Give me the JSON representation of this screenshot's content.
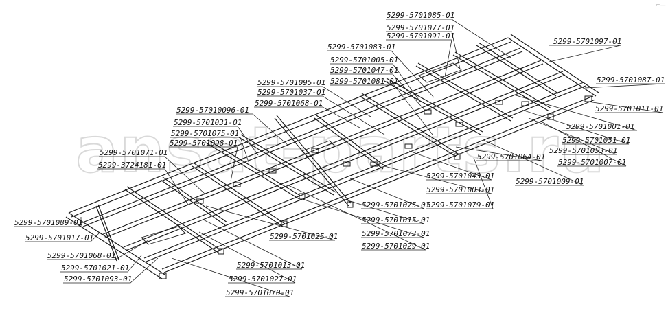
{
  "watermark": "ansat-parts.ru",
  "corner_mark": "⌐—",
  "parts": [
    {
      "id": "p1",
      "label": "5299-5701085-01"
    },
    {
      "id": "p2",
      "label": "5299-5701077-01"
    },
    {
      "id": "p3",
      "label": "5299-5701091-01"
    },
    {
      "id": "p4",
      "label": "5299-5701083-01"
    },
    {
      "id": "p5",
      "label": "5299-5701097-01"
    },
    {
      "id": "p6",
      "label": "5299-5701005-01"
    },
    {
      "id": "p7",
      "label": "5299-5701047-01"
    },
    {
      "id": "p8",
      "label": "5299-5701081-01"
    },
    {
      "id": "p9",
      "label": "5299-5701087-01"
    },
    {
      "id": "p10",
      "label": "5299-5701095-01"
    },
    {
      "id": "p11",
      "label": "5299-5701037-01"
    },
    {
      "id": "p12",
      "label": "5299-5701068-01"
    },
    {
      "id": "p13",
      "label": "5299-5701011-01"
    },
    {
      "id": "p14",
      "label": "5299-57010096-01"
    },
    {
      "id": "p15",
      "label": "5299-5701031-01"
    },
    {
      "id": "p16",
      "label": "5299-5701001-01"
    },
    {
      "id": "p17",
      "label": "5299-5701075-01"
    },
    {
      "id": "p18",
      "label": "5299-5701098-01"
    },
    {
      "id": "p19",
      "label": "5299-5701051-01"
    },
    {
      "id": "p20",
      "label": "5299-5701053-01"
    },
    {
      "id": "p21",
      "label": "5299-5701071-01"
    },
    {
      "id": "p22",
      "label": "5299-5701064-01"
    },
    {
      "id": "p23",
      "label": "5299-5701007-01"
    },
    {
      "id": "p24",
      "label": "5299-3724181-01"
    },
    {
      "id": "p25",
      "label": "5299-5701043-01"
    },
    {
      "id": "p26",
      "label": "5299-5701009-01"
    },
    {
      "id": "p27",
      "label": "5299-5701003-01"
    },
    {
      "id": "p28",
      "label": "5299-5701075-01"
    },
    {
      "id": "p29",
      "label": "5299-5701079-01"
    },
    {
      "id": "p30",
      "label": "5299-5701089-01"
    },
    {
      "id": "p31",
      "label": "5299-5701015-01"
    },
    {
      "id": "p32",
      "label": "5299-5701017-01"
    },
    {
      "id": "p33",
      "label": "5299-5701025-01"
    },
    {
      "id": "p34",
      "label": "5299-5701073-01"
    },
    {
      "id": "p35",
      "label": "5299-5701068-01"
    },
    {
      "id": "p36",
      "label": "5299-5701029-01"
    },
    {
      "id": "p37",
      "label": "5299-5701013-01"
    },
    {
      "id": "p38",
      "label": "5299-5701021-01"
    },
    {
      "id": "p39",
      "label": "5299-5701093-01"
    },
    {
      "id": "p40",
      "label": "5299-5701027-01"
    },
    {
      "id": "p41",
      "label": "5299-5701070-01"
    }
  ]
}
